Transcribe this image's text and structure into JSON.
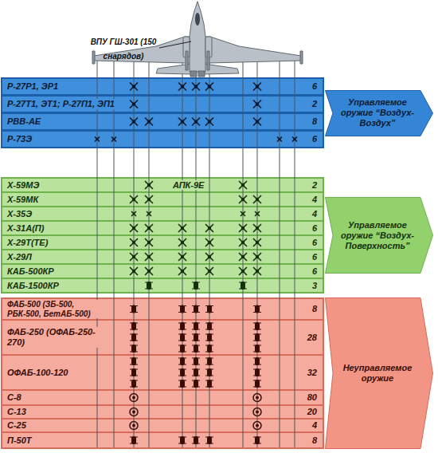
{
  "diagram": {
    "nodes": [
      {
        "text": [
          "Р-27Р1, ЭР1",
          "6"
        ]
      },
      {
        "text": [
          "Р-27Т1, ЭТ1; Р-27П1, ЭП1",
          "2"
        ]
      },
      {
        "text": [
          "РВВ-АЕ",
          "8"
        ]
      },
      {
        "text": [
          "Р-73Э",
          "6"
        ]
      },
      {
        "text": [
          "Управляемое оружие “Воздух-Воздух”"
        ]
      },
      {
        "text": [
          "Х-59МЭ",
          "АПК-9Е",
          "2"
        ]
      },
      {
        "text": [
          "Х-59МК",
          "4"
        ]
      },
      {
        "text": [
          "Х-35Э",
          "4"
        ]
      },
      {
        "text": [
          "Х-31А(П)",
          "6"
        ]
      },
      {
        "text": [
          "Х-29Т(ТЕ)",
          "6"
        ]
      },
      {
        "text": [
          "Х-29Л",
          "6"
        ]
      },
      {
        "text": [
          "КАБ-500КР",
          "6"
        ]
      },
      {
        "text": [
          "КАБ-1500КР",
          "3"
        ]
      },
      {
        "text": [
          "Управляемое оружие “Воздух-Поверхность”"
        ]
      },
      {
        "text": [
          "ФАБ-500 (ЗБ-500, РБК-500, БетАБ-500)",
          "8"
        ]
      },
      {
        "text": [
          "ФАБ-250 (ОФАБ-250-270)",
          "28"
        ]
      },
      {
        "text": [
          "ОФАБ-100-120",
          "32"
        ]
      },
      {
        "text": [
          "С-8",
          "80"
        ]
      },
      {
        "text": [
          "С-13",
          "20"
        ]
      },
      {
        "text": [
          "С-25",
          "4"
        ]
      },
      {
        "text": [
          "П-50Т",
          "8"
        ]
      },
      {
        "text": [
          "Неуправляемое оружие"
        ]
      }
    ],
    "labels": [
      "ВПУ ГШ-301 (150 снарядов)"
    ]
  }
}
